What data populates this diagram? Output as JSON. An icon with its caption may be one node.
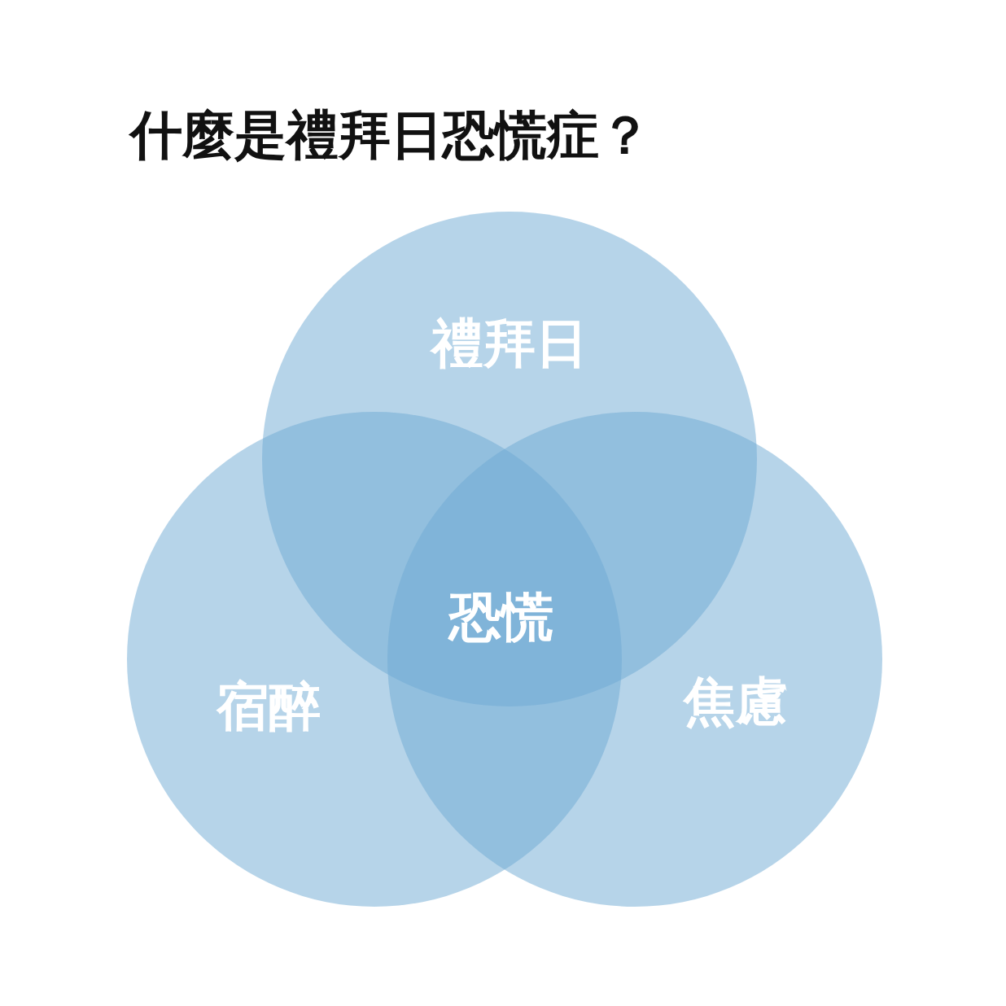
{
  "diagram": {
    "title": "什麼是禮拜日恐慌症？",
    "nodes": [
      {
        "text": [
          "禮拜日"
        ]
      },
      {
        "text": [
          "宿醉"
        ]
      },
      {
        "text": [
          "焦慮"
        ]
      }
    ],
    "labels": [
      "恐慌"
    ]
  }
}
